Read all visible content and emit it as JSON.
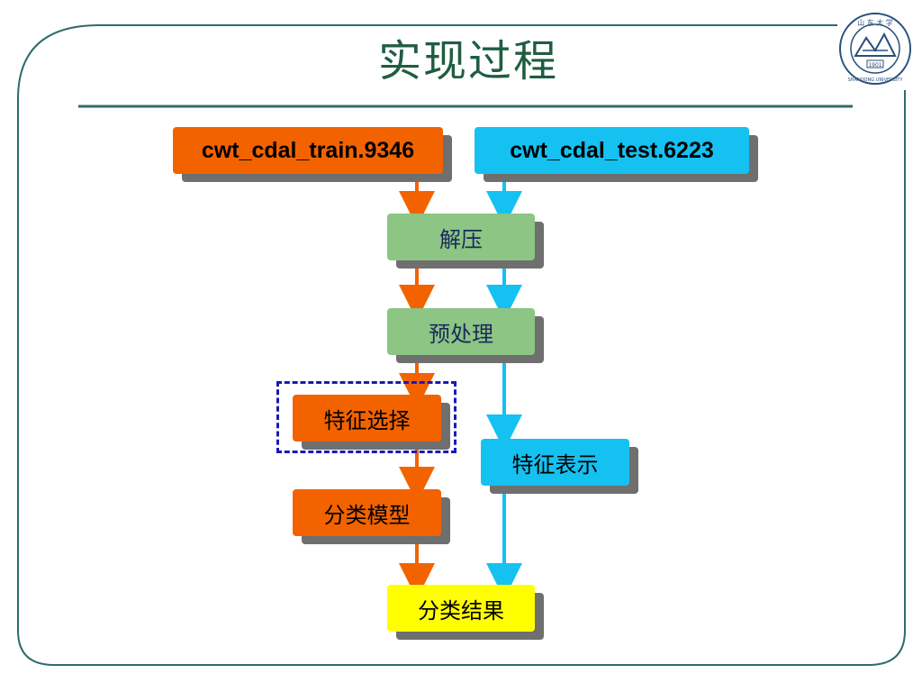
{
  "slide": {
    "title": "实现过程",
    "logo": {
      "text_top": "山 东 大 学",
      "text_bottom": "SHANDONG UNIVERSITY",
      "year": "1901"
    }
  },
  "diagram": {
    "nodes": {
      "train": {
        "label": "cwt_cdal_train.9346",
        "color": "#f26300"
      },
      "test": {
        "label": "cwt_cdal_test.6223",
        "color": "#15c1f1"
      },
      "decompress": {
        "label": "解压",
        "color": "#8cc584"
      },
      "preprocess": {
        "label": "预处理",
        "color": "#8cc584"
      },
      "feature_select": {
        "label": "特征选择",
        "color": "#f26300"
      },
      "feature_repr": {
        "label": "特征表示",
        "color": "#15c1f1"
      },
      "model": {
        "label": "分类模型",
        "color": "#f26300"
      },
      "result": {
        "label": "分类结果",
        "color": "#ffff00"
      }
    },
    "colors": {
      "train_flow": "#f26300",
      "test_flow": "#15c1f1",
      "highlight_border": "#1a1ab8",
      "frame": "#2e6b6b"
    }
  }
}
